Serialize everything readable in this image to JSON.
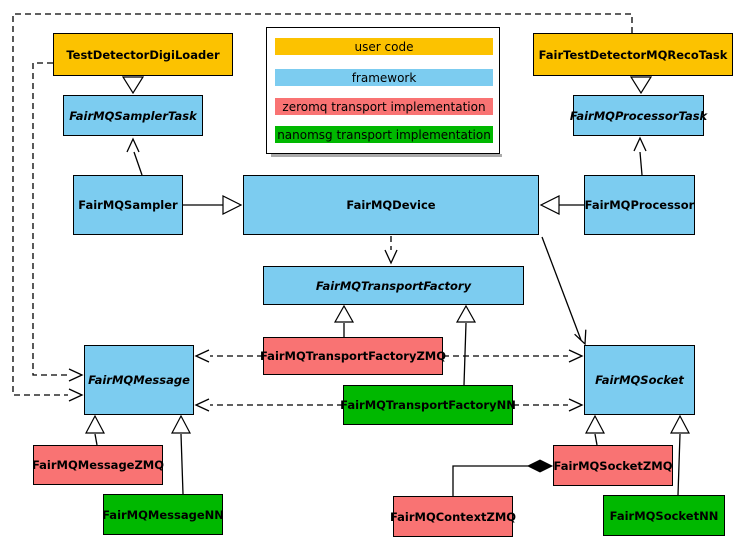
{
  "palette": {
    "user_code": "#FCC200",
    "framework": "#7CCCF0",
    "zeromq": "#F97373",
    "nanomsg": "#00B800",
    "border": "#000000",
    "background": "#FFFFFF"
  },
  "legend": {
    "items": [
      {
        "label": "user code",
        "color": "user_code"
      },
      {
        "label": "framework",
        "color": "framework"
      },
      {
        "label": "zeromq transport implementation",
        "color": "zeromq"
      },
      {
        "label": "nanomsg transport implementation",
        "color": "nanomsg"
      }
    ]
  },
  "nodes": {
    "testDetectorDigiLoader": "TestDetectorDigiLoader",
    "fairTestDetectorMQRecoTask": "FairTestDetectorMQRecoTask",
    "fairMQSamplerTask": "FairMQSamplerTask",
    "fairMQProcessorTask": "FairMQProcessorTask",
    "fairMQSampler": "FairMQSampler",
    "fairMQDevice": "FairMQDevice",
    "fairMQProcessor": "FairMQProcessor",
    "fairMQTransportFactory": "FairMQTransportFactory",
    "fairMQTransportFactoryZMQ": "FairMQTransportFactoryZMQ",
    "fairMQTransportFactoryNN": "FairMQTransportFactoryNN",
    "fairMQMessage": "FairMQMessage",
    "fairMQSocket": "FairMQSocket",
    "fairMQMessageZMQ": "FairMQMessageZMQ",
    "fairMQMessageNN": "FairMQMessageNN",
    "fairMQContextZMQ": "FairMQContextZMQ",
    "fairMQSocketZMQ": "FairMQSocketZMQ",
    "fairMQSocketNN": "FairMQSocketNN"
  },
  "abstract_nodes": [
    "FairMQSamplerTask",
    "FairMQProcessorTask",
    "FairMQTransportFactory",
    "FairMQMessage",
    "FairMQSocket"
  ],
  "relationships": [
    {
      "from": "TestDetectorDigiLoader",
      "to": "FairMQSamplerTask",
      "type": "inheritance"
    },
    {
      "from": "FairTestDetectorMQRecoTask",
      "to": "FairMQProcessorTask",
      "type": "inheritance"
    },
    {
      "from": "FairMQSampler",
      "to": "FairMQSamplerTask",
      "type": "association"
    },
    {
      "from": "FairMQProcessor",
      "to": "FairMQProcessorTask",
      "type": "association"
    },
    {
      "from": "FairMQSampler",
      "to": "FairMQDevice",
      "type": "inheritance"
    },
    {
      "from": "FairMQProcessor",
      "to": "FairMQDevice",
      "type": "inheritance"
    },
    {
      "from": "FairMQDevice",
      "to": "FairMQTransportFactory",
      "type": "dependency"
    },
    {
      "from": "FairMQDevice",
      "to": "FairMQSocket",
      "type": "association"
    },
    {
      "from": "FairMQTransportFactoryZMQ",
      "to": "FairMQTransportFactory",
      "type": "inheritance"
    },
    {
      "from": "FairMQTransportFactoryNN",
      "to": "FairMQTransportFactory",
      "type": "inheritance"
    },
    {
      "from": "FairMQTransportFactoryZMQ",
      "to": "FairMQMessage",
      "type": "dependency"
    },
    {
      "from": "FairMQTransportFactoryZMQ",
      "to": "FairMQSocket",
      "type": "dependency"
    },
    {
      "from": "FairMQTransportFactoryNN",
      "to": "FairMQMessage",
      "type": "dependency"
    },
    {
      "from": "FairMQTransportFactoryNN",
      "to": "FairMQSocket",
      "type": "dependency"
    },
    {
      "from": "TestDetectorDigiLoader",
      "to": "FairMQMessage",
      "type": "dependency"
    },
    {
      "from": "FairTestDetectorMQRecoTask",
      "to": "FairMQMessage",
      "type": "dependency"
    },
    {
      "from": "FairMQMessageZMQ",
      "to": "FairMQMessage",
      "type": "inheritance"
    },
    {
      "from": "FairMQMessageNN",
      "to": "FairMQMessage",
      "type": "inheritance"
    },
    {
      "from": "FairMQSocketZMQ",
      "to": "FairMQSocket",
      "type": "inheritance"
    },
    {
      "from": "FairMQSocketNN",
      "to": "FairMQSocket",
      "type": "inheritance"
    },
    {
      "from": "FairMQSocketZMQ",
      "to": "FairMQContextZMQ",
      "type": "composition"
    }
  ]
}
